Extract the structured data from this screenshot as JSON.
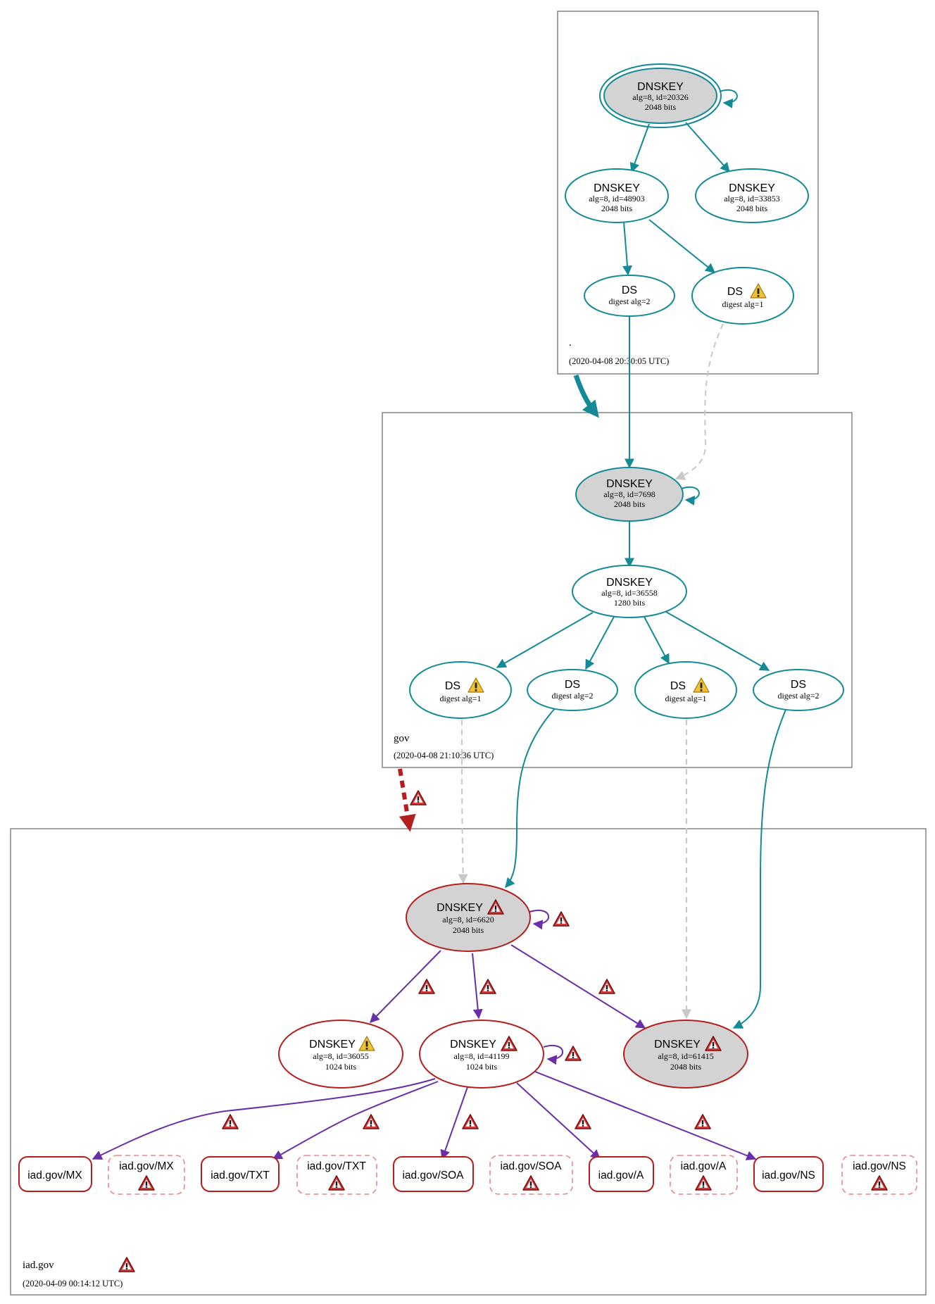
{
  "zones": {
    "root": {
      "name": ".",
      "timestamp": "(2020-04-08 20:30:05 UTC)"
    },
    "gov": {
      "name": "gov",
      "timestamp": "(2020-04-08 21:10:36 UTC)"
    },
    "iad": {
      "name": "iad.gov",
      "timestamp": "(2020-04-09 00:14:12 UTC)"
    }
  },
  "nodes": {
    "root_ksk": {
      "title": "DNSKEY",
      "line1": "alg=8, id=20326",
      "line2": "2048 bits"
    },
    "root_zsk1": {
      "title": "DNSKEY",
      "line1": "alg=8, id=48903",
      "line2": "2048 bits"
    },
    "root_zsk2": {
      "title": "DNSKEY",
      "line1": "alg=8, id=33853",
      "line2": "2048 bits"
    },
    "root_ds2": {
      "title": "DS",
      "line1": "digest alg=2"
    },
    "root_ds1": {
      "title": "DS",
      "line1": "digest alg=1"
    },
    "gov_ksk": {
      "title": "DNSKEY",
      "line1": "alg=8, id=7698",
      "line2": "2048 bits"
    },
    "gov_zsk": {
      "title": "DNSKEY",
      "line1": "alg=8, id=36558",
      "line2": "1280 bits"
    },
    "gov_ds_a": {
      "title": "DS",
      "line1": "digest alg=1"
    },
    "gov_ds_b": {
      "title": "DS",
      "line1": "digest alg=2"
    },
    "gov_ds_c": {
      "title": "DS",
      "line1": "digest alg=1"
    },
    "gov_ds_d": {
      "title": "DS",
      "line1": "digest alg=2"
    },
    "iad_ksk": {
      "title": "DNSKEY",
      "line1": "alg=8, id=6620",
      "line2": "2048 bits"
    },
    "iad_k36055": {
      "title": "DNSKEY",
      "line1": "alg=8, id=36055",
      "line2": "1024 bits"
    },
    "iad_k41199": {
      "title": "DNSKEY",
      "line1": "alg=8, id=41199",
      "line2": "1024 bits"
    },
    "iad_k61415": {
      "title": "DNSKEY",
      "line1": "alg=8, id=61415",
      "line2": "2048 bits"
    }
  },
  "rrsets": {
    "mx": "iad.gov/MX",
    "mx_neg": "iad.gov/MX",
    "txt": "iad.gov/TXT",
    "txt_neg": "iad.gov/TXT",
    "soa": "iad.gov/SOA",
    "soa_neg": "iad.gov/SOA",
    "a": "iad.gov/A",
    "a_neg": "iad.gov/A",
    "ns": "iad.gov/NS",
    "ns_neg": "iad.gov/NS"
  },
  "colors": {
    "secure": "#138a96",
    "bogus": "#b51e1e",
    "signature": "#6a2fa8",
    "insecure": "#c8c8c8",
    "zone_border": "#707070",
    "key_fill": "#d3d3d3",
    "warning": "#f2c230",
    "error": "#c8262a"
  },
  "icons": {
    "warning": "warning-icon",
    "error": "error-icon"
  }
}
